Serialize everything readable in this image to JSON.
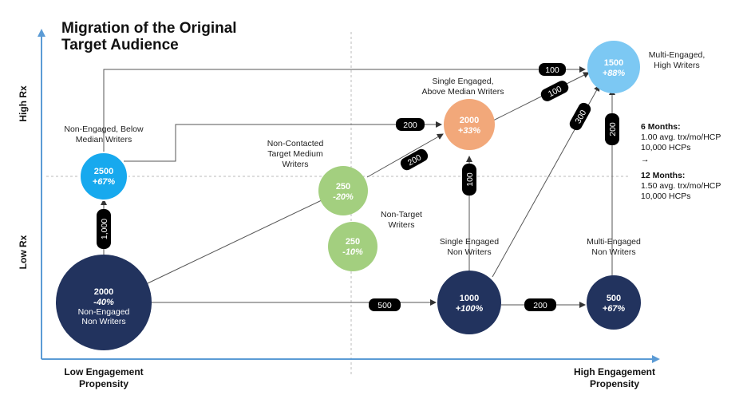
{
  "title_line1": "Migration of the Original",
  "title_line2": "Target Audience",
  "axes": {
    "y_high": "High Rx",
    "y_low": "Low Rx",
    "x_low_line1": "Low Engagement",
    "x_low_line2": "Propensity",
    "x_high_line1": "High Engagement",
    "x_high_line2": "Propensity"
  },
  "colors": {
    "navy": "#22335e",
    "blue": "#17a9ee",
    "light_blue": "#7cc8f3",
    "green": "#a3cf7f",
    "orange": "#f2a87a",
    "axis": "#5b9bd5"
  },
  "nodes": {
    "nonengaged_nonwriters": {
      "value": "2000",
      "change": "-40%",
      "sub1": "Non-Engaged",
      "sub2": "Non Writers"
    },
    "nonengaged_below": {
      "value": "2500",
      "change": "+67%",
      "label1": "Non-Engaged, Below",
      "label2": "Median Writers"
    },
    "noncontacted": {
      "value": "250",
      "change": "-20%",
      "label1": "Non-Contacted",
      "label2": "Target Medium",
      "label3": "Writers"
    },
    "nontarget": {
      "value": "250",
      "change": "-10%",
      "label1": "Non-Target",
      "label2": "Writers"
    },
    "single_above": {
      "value": "2000",
      "change": "+33%",
      "label1": "Single Engaged,",
      "label2": "Above Median Writers"
    },
    "single_nonwriters": {
      "value": "1000",
      "change": "+100%",
      "label1": "Single Engaged",
      "label2": "Non Writers"
    },
    "multi_nonwriters": {
      "value": "500",
      "change": "+67%",
      "label1": "Multi-Engaged",
      "label2": "Non Writers"
    },
    "multi_high": {
      "value": "1500",
      "change": "+88%",
      "label1": "Multi-Engaged,",
      "label2": "High Writers"
    }
  },
  "flows": {
    "f_1000": "1,000",
    "f_100_top": "100",
    "f_200_top": "200",
    "f_200_diag": "200",
    "f_100_diag": "100",
    "f_300": "300",
    "f_100_vert": "100",
    "f_200_vert": "200",
    "f_500": "500",
    "f_200_bottom": "200"
  },
  "side_note": {
    "six_title": "6 Months:",
    "six_line1": "1.00 avg. trx/mo/HCP",
    "six_line2": "10,000 HCPs",
    "arrow": "→",
    "twelve_title": "12 Months:",
    "twelve_line1": "1.50 avg. trx/mo/HCP",
    "twelve_line2": "10,000 HCPs"
  }
}
